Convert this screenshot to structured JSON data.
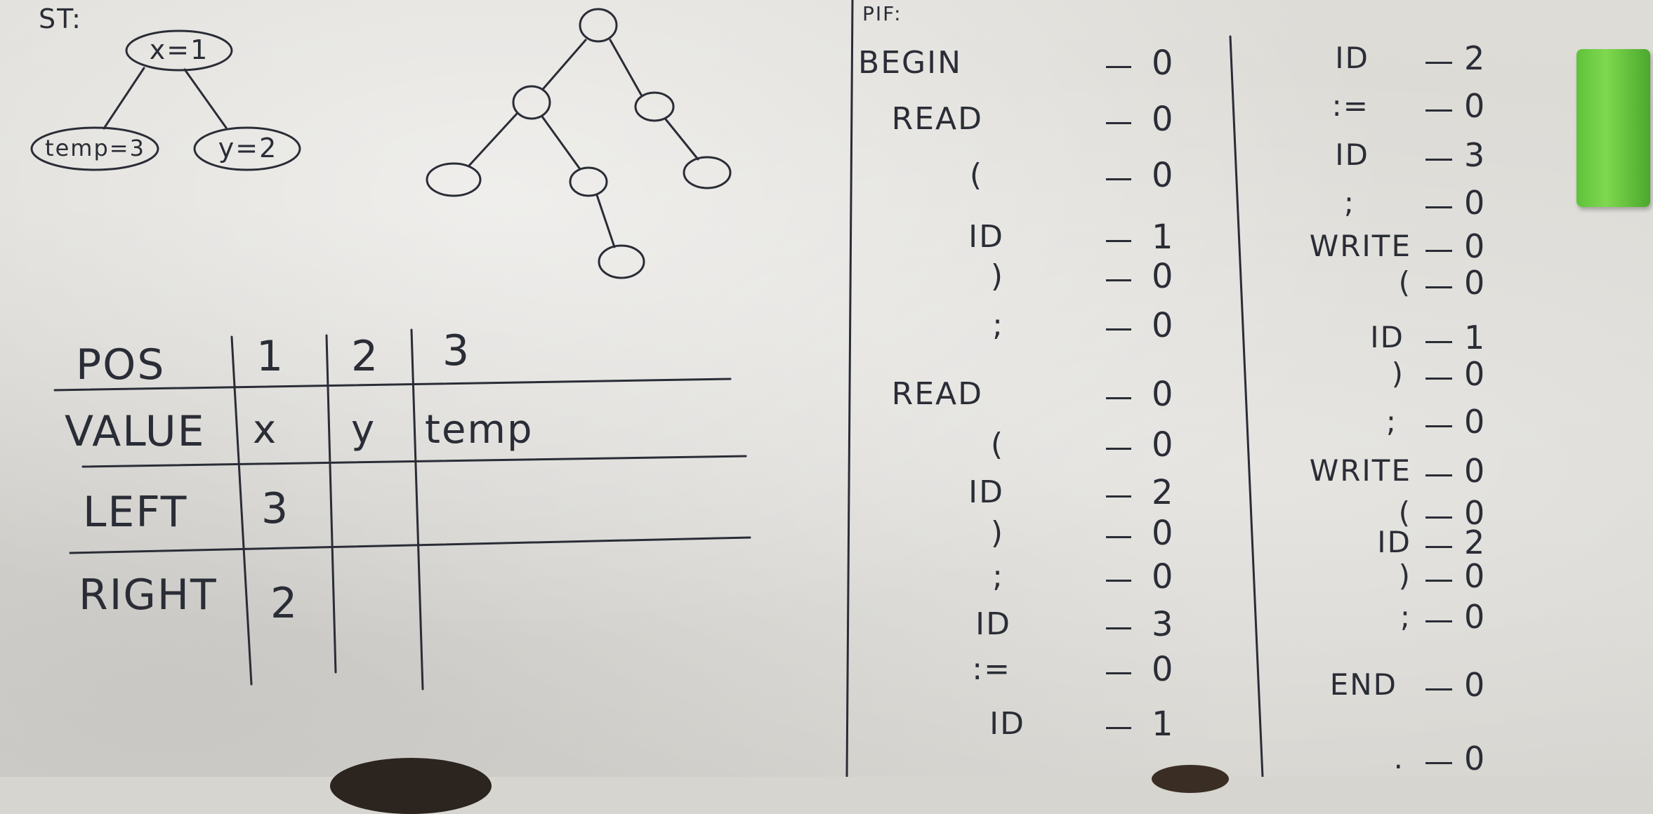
{
  "symbol_table": {
    "label": "ST:",
    "root_node": "x=1",
    "left_node": "temp=3",
    "right_node": "y=2"
  },
  "table": {
    "rows": [
      {
        "header": "POS",
        "cells": [
          "1",
          "2",
          "3"
        ]
      },
      {
        "header": "VALUE",
        "cells": [
          "x",
          "y",
          "temp"
        ]
      },
      {
        "header": "LEFT",
        "cells": [
          "3",
          "",
          ""
        ]
      },
      {
        "header": "RIGHT",
        "cells": [
          "2",
          "",
          ""
        ]
      }
    ]
  },
  "pif": {
    "label": "PIF:",
    "column1": [
      {
        "token": "BEGIN",
        "code": "0"
      },
      {
        "token": "READ",
        "code": "0"
      },
      {
        "token": "(",
        "code": "0"
      },
      {
        "token": "ID",
        "code": "1"
      },
      {
        "token": ")",
        "code": "0"
      },
      {
        "token": ";",
        "code": "0"
      },
      {
        "token": "READ",
        "code": "0"
      },
      {
        "token": "(",
        "code": "0"
      },
      {
        "token": "ID",
        "code": "2"
      },
      {
        "token": ")",
        "code": "0"
      },
      {
        "token": ";",
        "code": "0"
      },
      {
        "token": "ID",
        "code": "3"
      },
      {
        "token": ":=",
        "code": "0"
      },
      {
        "token": "ID",
        "code": "1"
      }
    ],
    "column2": [
      {
        "token": "ID",
        "code": "2"
      },
      {
        "token": ":=",
        "code": "0"
      },
      {
        "token": "ID",
        "code": "3"
      },
      {
        "token": ";",
        "code": "0"
      },
      {
        "token": "WRITE",
        "code": "0"
      },
      {
        "token": "(",
        "code": "0"
      },
      {
        "token": "ID",
        "code": "1"
      },
      {
        "token": ")",
        "code": "0"
      },
      {
        "token": ";",
        "code": "0"
      },
      {
        "token": "WRITE",
        "code": "0"
      },
      {
        "token": "(",
        "code": "0"
      },
      {
        "token": "ID",
        "code": "2"
      },
      {
        "token": ")",
        "code": "0"
      },
      {
        "token": ";",
        "code": "0"
      },
      {
        "token": "END",
        "code": "0"
      },
      {
        "token": ".",
        "code": "0"
      }
    ]
  },
  "colors": {
    "board": "#d7d5d0",
    "marker": "#2a2d36",
    "eraser": "#6ccc40"
  }
}
